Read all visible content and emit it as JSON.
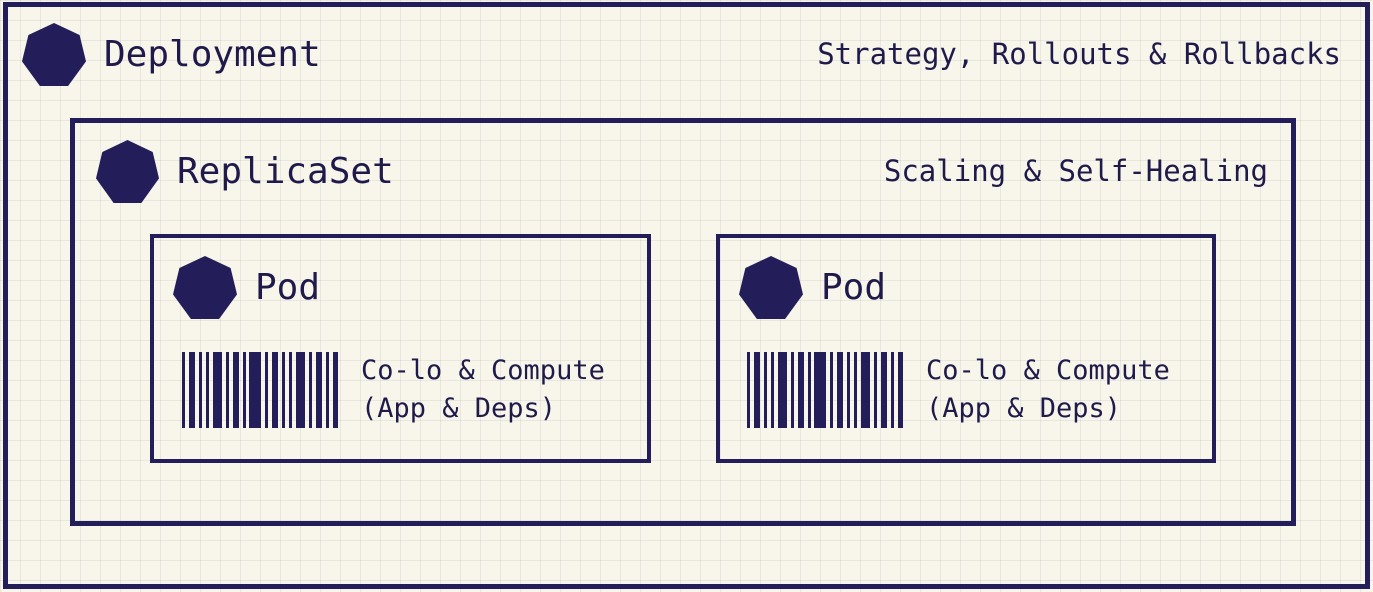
{
  "deployment": {
    "title": "Deployment",
    "subtitle": "Strategy, Rollouts & Rollbacks"
  },
  "replicaset": {
    "title": "ReplicaSet",
    "subtitle": "Scaling & Self-Healing"
  },
  "pods": [
    {
      "title": "Pod",
      "line1": "Co-lo & Compute",
      "line2": "(App & Deps)"
    },
    {
      "title": "Pod",
      "line1": "Co-lo & Compute",
      "line2": "(App & Deps)"
    }
  ],
  "colors": {
    "ink": "#231d5a",
    "paper": "#f8f5ea"
  },
  "icons": {
    "object": "heptagon-icon",
    "container": "barcode-icon"
  }
}
